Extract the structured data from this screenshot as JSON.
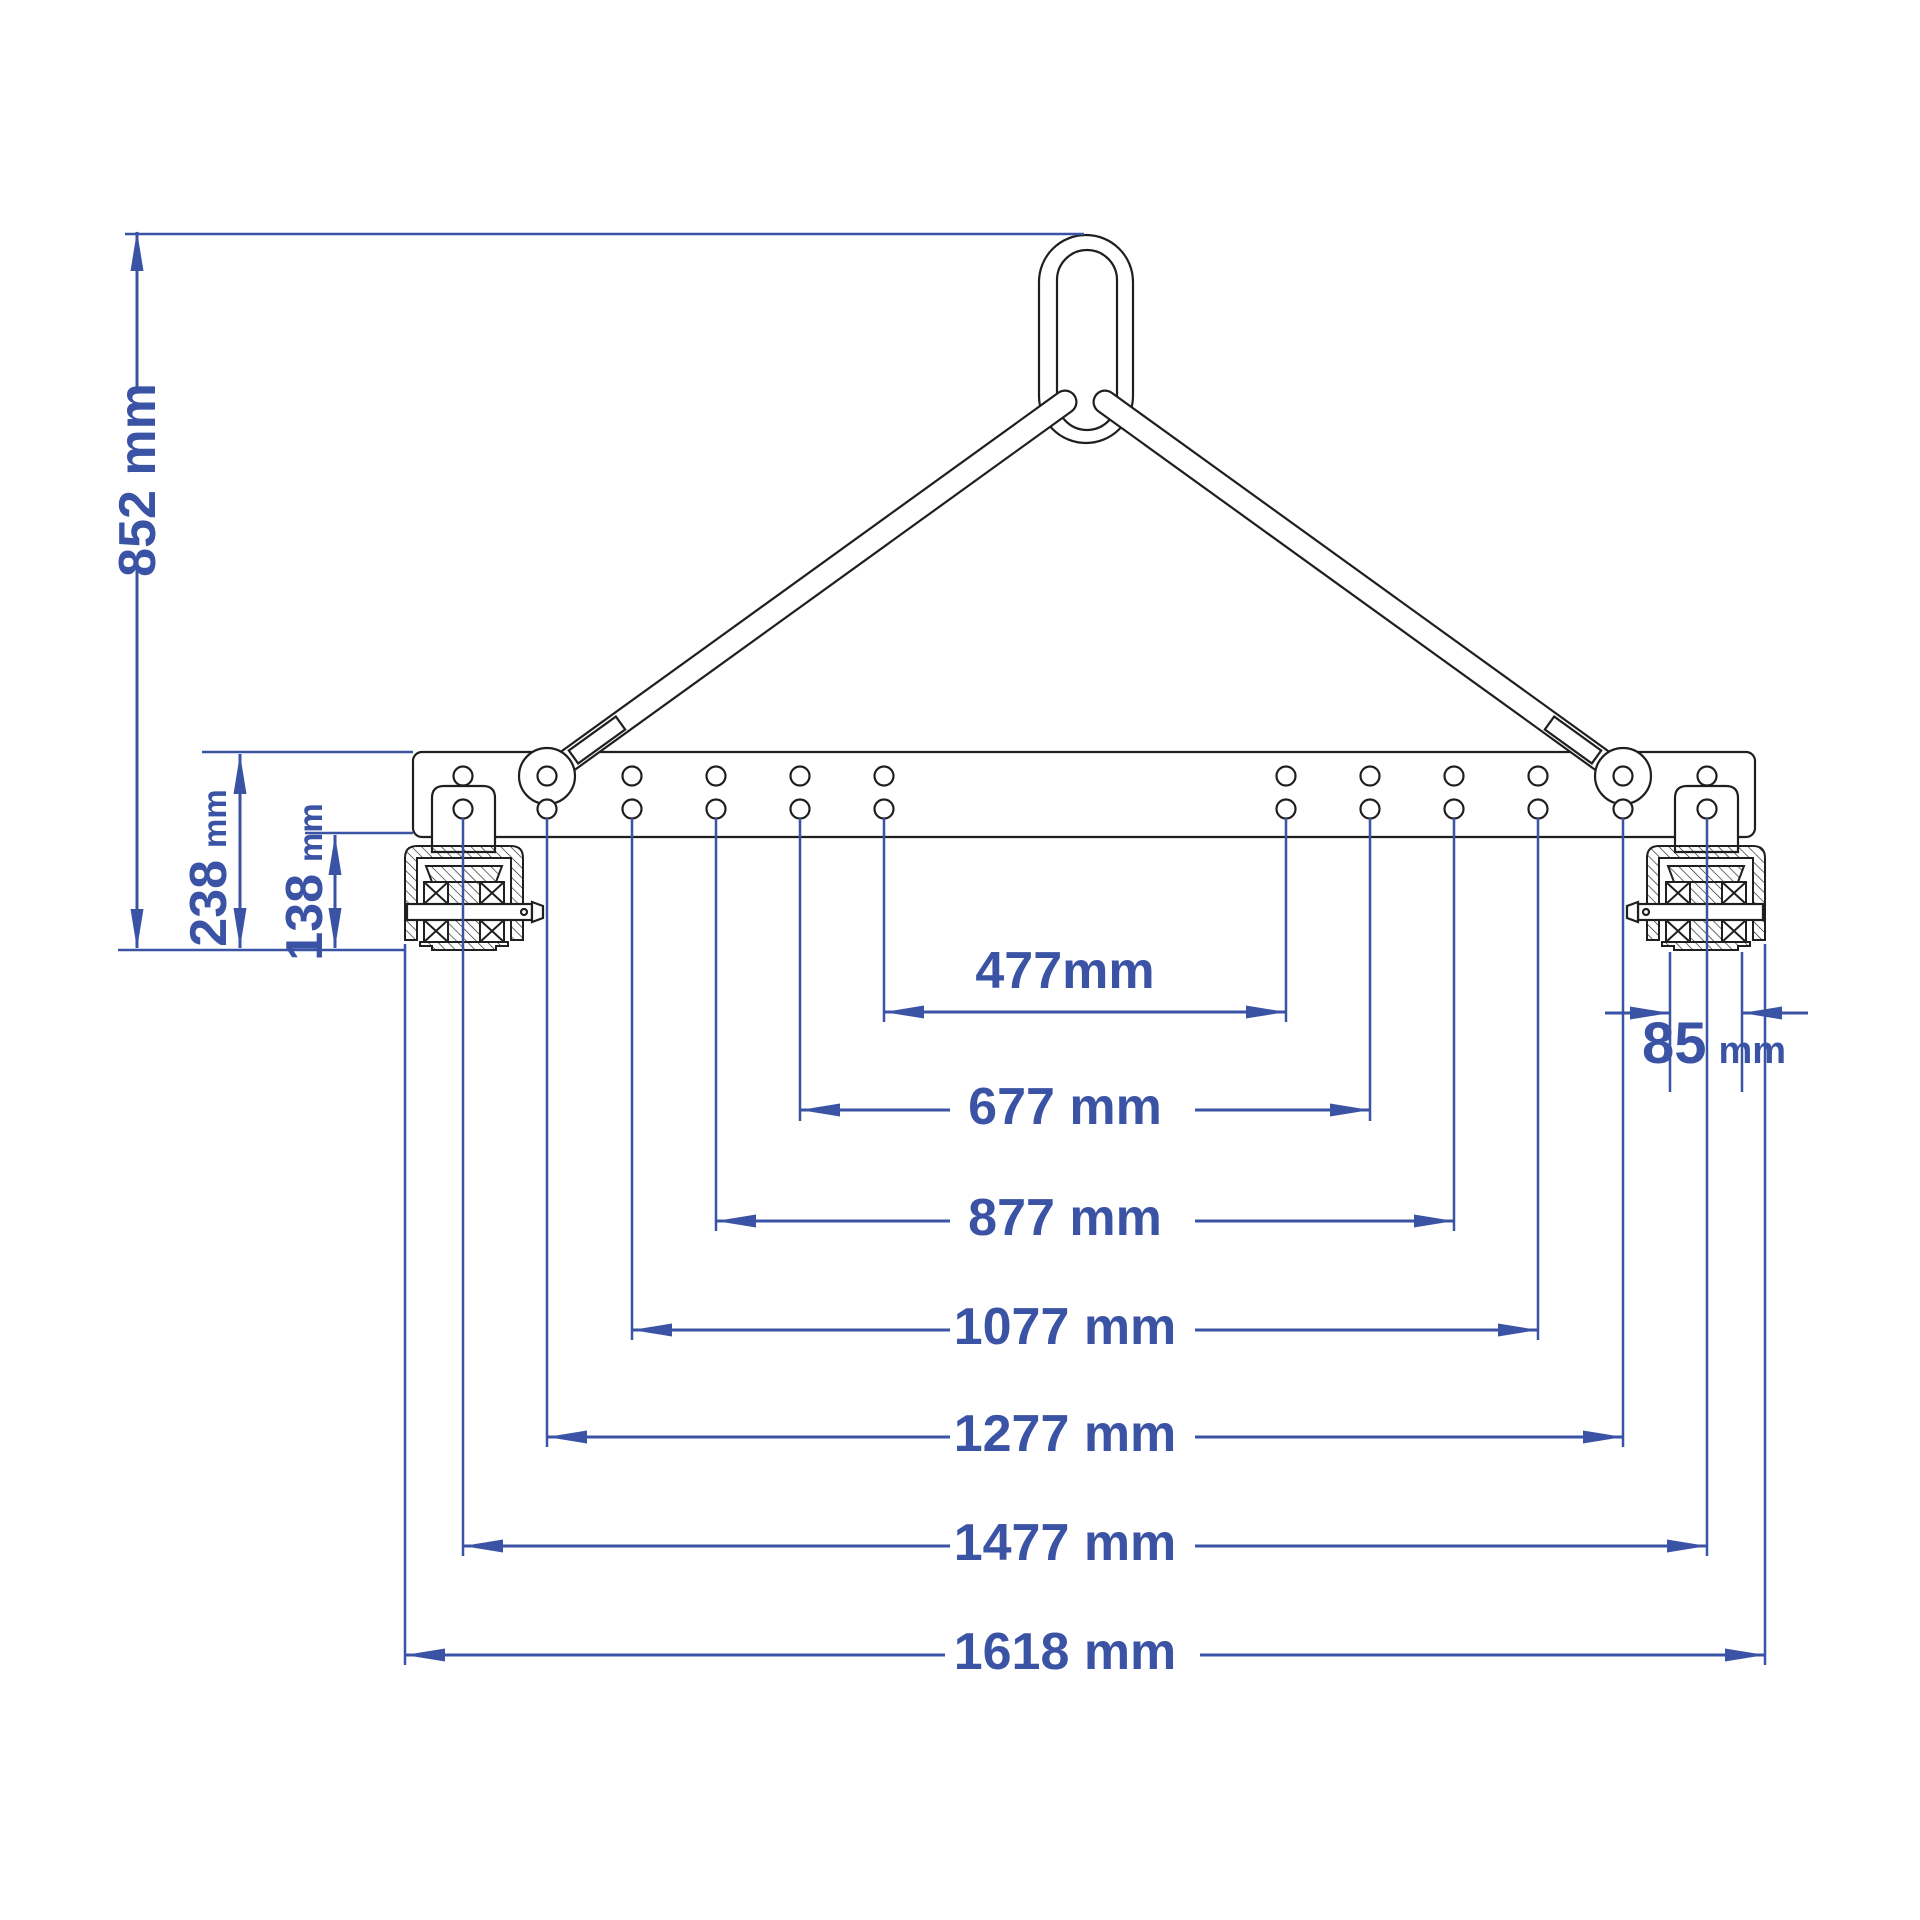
{
  "meta": {
    "drawing_subject": "lifting-beam-with-rollers-dimension-drawing"
  },
  "colors": {
    "dimension_blue": "#3A53A4",
    "outline_black": "#1f1f1f",
    "background": "#ffffff"
  },
  "labels": {
    "h852": {
      "text": "852 mm",
      "mm": 852
    },
    "h238": {
      "value": "238",
      "unit": "mm",
      "mm": 238
    },
    "h138": {
      "value": "138",
      "unit": "mm",
      "mm": 138
    },
    "s477": {
      "text": "477mm",
      "mm": 477
    },
    "s677": {
      "text": "677 mm",
      "mm": 677
    },
    "s877": {
      "text": "877 mm",
      "mm": 877
    },
    "s1077": {
      "text": "1077 mm",
      "mm": 1077
    },
    "s1277": {
      "text": "1277 mm",
      "mm": 1277
    },
    "s1477": {
      "text": "1477 mm",
      "mm": 1477
    },
    "s1618": {
      "text": "1618 mm",
      "mm": 1618
    },
    "w85": {
      "value": "85",
      "unit": "mm",
      "mm": 85
    }
  }
}
